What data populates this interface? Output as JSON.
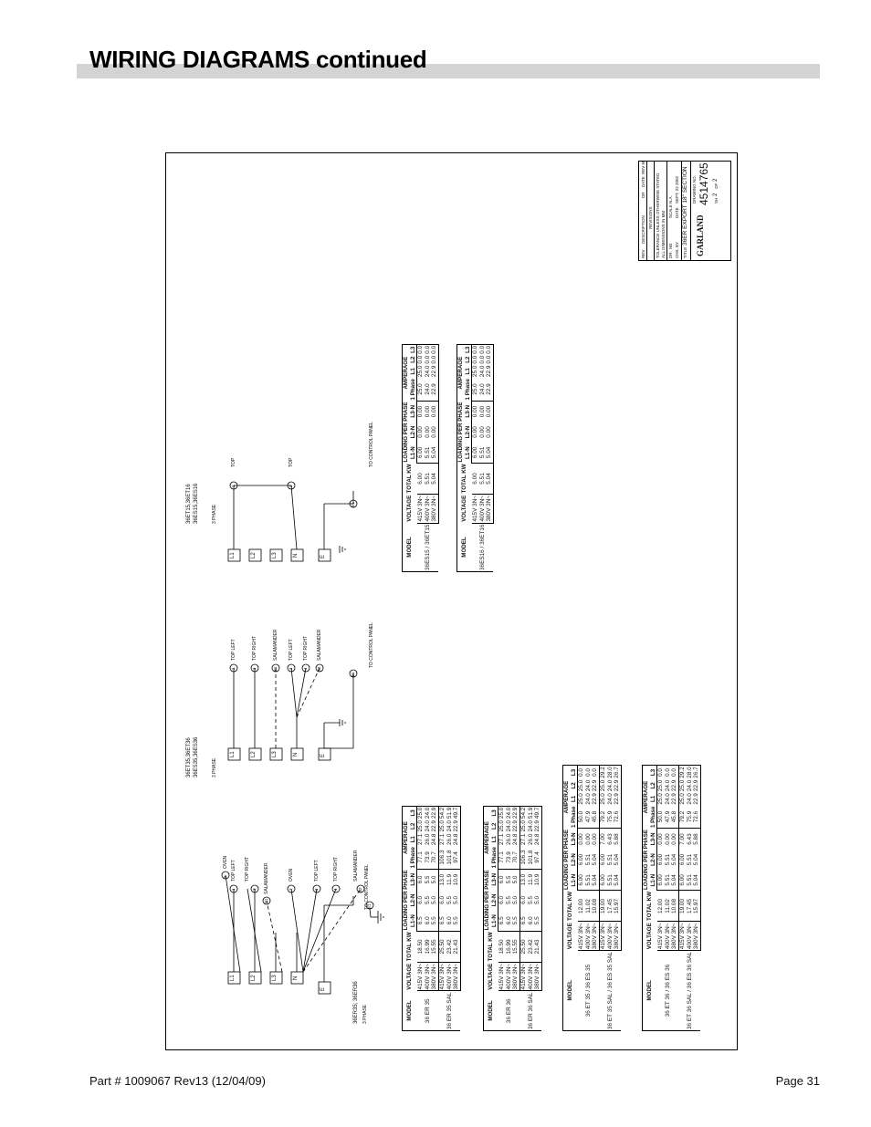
{
  "header": {
    "title": "WIRING DIAGRAMS continued"
  },
  "footer": {
    "part": "Part # 1009067 Rev13 (12/04/09)",
    "page": "Page 31"
  },
  "diagrams": {
    "d1": {
      "models": "36ER35; 36ER36",
      "phase": "3 PHASE",
      "terminals": [
        "L1",
        "L2",
        "L3",
        "N",
        "E"
      ],
      "wires": [
        {
          "id": "8",
          "label": "OVEN"
        },
        {
          "id": "1",
          "label": "TOP LEFT"
        },
        {
          "id": "3",
          "label": "TOP RIGHT"
        },
        {
          "id": "S1",
          "label": "SALAMANDER"
        },
        {
          "id": "7",
          "label": "OVEN"
        },
        {
          "id": "2",
          "label": "TOP LEFT"
        },
        {
          "id": "4",
          "label": "TOP RIGHT"
        },
        {
          "id": "S2",
          "label": "SALAMANDER"
        }
      ],
      "ground_id": "E1",
      "panel": "TO CONTROL PANEL"
    },
    "d2": {
      "models_1": "36ET35,36ET36",
      "models_2": "36ES35,36ES36",
      "phase": "3 PHASE",
      "terminals": [
        "L1",
        "L2",
        "L3",
        "N",
        "E"
      ],
      "wires": [
        {
          "id": "1",
          "label": "TOP LEFT"
        },
        {
          "id": "3",
          "label": "TOP RIGHT"
        },
        {
          "id": "S1",
          "label": "SALAMANDER"
        },
        {
          "id": "2",
          "label": "TOP LEFT"
        },
        {
          "id": "4",
          "label": "TOP RIGHT"
        },
        {
          "id": "S2",
          "label": "SALAMANDER"
        }
      ],
      "ground_id": "E1",
      "panel": "TO CONTROL PANEL"
    },
    "d3": {
      "models_1": "36ET15,36ET16",
      "models_2": "36ES15,36ES16",
      "phase": "3 PHASE",
      "terminals": [
        "L1",
        "L2",
        "L3",
        "N",
        "E"
      ],
      "wires": [
        {
          "id": "1",
          "label": "TOP"
        },
        {
          "id": "2",
          "label": "TOP"
        }
      ],
      "ground_id": "E1",
      "panel": "TO CONTROL PANEL"
    }
  },
  "tables": {
    "headers": {
      "model": "MODEL",
      "voltage": "VOLTAGE",
      "total_kw": "TOTAL KW",
      "loading": "LOADING PER PHASE",
      "l1n": "L1-N",
      "l2n": "L2-N",
      "l3n": "L3-N",
      "amperage": "AMPERAGE",
      "phase1": "1 Phase",
      "l1": "L1",
      "l2": "L2",
      "l3": "L3"
    },
    "t1": {
      "groups": [
        {
          "model": "36 ER 35",
          "rows": [
            [
              "415V 3N~",
              "18.50",
              "6.5",
              "6.0",
              "6.0",
              "77.1",
              "27.1",
              "25.0",
              "25.0"
            ],
            [
              "400V 3N~",
              "16.99",
              "6.0",
              "5.5",
              "5.5",
              "73.9",
              "26.0",
              "24.0",
              "24.0"
            ],
            [
              "380V 3N~",
              "15.55",
              "5.5",
              "5.0",
              "5.0",
              "70.7",
              "24.8",
              "22.9",
              "22.9"
            ]
          ]
        },
        {
          "model": "36 ER 35 SAL",
          "rows": [
            [
              "415V 3N~",
              "25.50",
              "6.5",
              "6.0",
              "13.0",
              "106.3",
              "27.1",
              "25.0",
              "54.2"
            ],
            [
              "400V 3N~",
              "23.42",
              "6.0",
              "5.5",
              "11.9",
              "101.8",
              "26.0",
              "24.0",
              "51.9"
            ],
            [
              "380V 3N~",
              "21.43",
              "5.5",
              "5.0",
              "10.9",
              "97.4",
              "24.8",
              "22.9",
              "49.7"
            ]
          ]
        }
      ]
    },
    "t2": {
      "groups": [
        {
          "model": "36 ER 36",
          "rows": [
            [
              "415V 3N~",
              "18.50",
              "6.5",
              "6.0",
              "6.0",
              "77.1",
              "27.1",
              "25.0",
              "25.0"
            ],
            [
              "400V 3N~",
              "16.99",
              "6.0",
              "5.5",
              "5.5",
              "73.9",
              "26.0",
              "24.0",
              "24.0"
            ],
            [
              "380V 3N~",
              "15.55",
              "5.5",
              "5.0",
              "5.0",
              "70.7",
              "24.8",
              "22.9",
              "22.9"
            ]
          ]
        },
        {
          "model": "36 ER 36 SAL",
          "rows": [
            [
              "415V 3N~",
              "25.50",
              "6.5",
              "6.0",
              "13.0",
              "106.3",
              "27.1",
              "25.0",
              "54.2"
            ],
            [
              "400V 3N~",
              "23.42",
              "6.0",
              "5.5",
              "11.9",
              "101.8",
              "26.0",
              "24.0",
              "51.9"
            ],
            [
              "380V 3N~",
              "21.43",
              "5.5",
              "5.0",
              "10.9",
              "97.4",
              "24.8",
              "22.9",
              "49.7"
            ]
          ]
        }
      ]
    },
    "t3": {
      "groups": [
        {
          "model": "36 ET 35 / 36 ES 35",
          "rows": [
            [
              "415V 3N~",
              "12.00",
              "6.00",
              "6.00",
              "0.00",
              "50.0",
              "25.0",
              "25.0",
              "0.0"
            ],
            [
              "400V 3N~",
              "11.02",
              "5.51",
              "5.51",
              "0.00",
              "47.9",
              "24.0",
              "24.0",
              "0.0"
            ],
            [
              "380V 3N~",
              "10.08",
              "5.04",
              "5.04",
              "0.00",
              "45.8",
              "22.9",
              "22.9",
              "0.0"
            ]
          ]
        },
        {
          "model": "36 ET 35 SAL / 36 ES 35 SAL",
          "rows": [
            [
              "415V 3N~",
              "19.00",
              "6.00",
              "6.00",
              "7.00",
              "79.2",
              "25.0",
              "25.0",
              "29.2"
            ],
            [
              "400V 3N~",
              "17.45",
              "5.51",
              "5.51",
              "6.43",
              "75.9",
              "24.0",
              "24.0",
              "28.0"
            ],
            [
              "380V 3N~",
              "15.97",
              "5.04",
              "5.04",
              "5.88",
              "72.6",
              "22.9",
              "22.9",
              "26.7"
            ]
          ]
        }
      ]
    },
    "t4": {
      "groups": [
        {
          "model": "36 ET 36 / 36 ES 36",
          "rows": [
            [
              "415V 3N~",
              "12.00",
              "6.00",
              "6.00",
              "0.00",
              "50.0",
              "25.0",
              "25.0",
              "0.0"
            ],
            [
              "400V 3N~",
              "11.02",
              "5.51",
              "5.51",
              "0.00",
              "47.9",
              "24.0",
              "24.0",
              "0.0"
            ],
            [
              "380V 3N~",
              "10.08",
              "5.04",
              "5.04",
              "0.00",
              "45.8",
              "22.9",
              "22.9",
              "0.0"
            ]
          ]
        },
        {
          "model": "36 ET 36 SAL / 36 ES 36 SAL",
          "rows": [
            [
              "415V 3N~",
              "19.00",
              "6.00",
              "6.00",
              "7.00",
              "79.2",
              "25.0",
              "25.0",
              "29.2"
            ],
            [
              "400V 3N~",
              "17.45",
              "5.51",
              "5.51",
              "6.43",
              "75.9",
              "24.0",
              "24.0",
              "28.0"
            ],
            [
              "380V 3N~",
              "15.97",
              "5.04",
              "5.04",
              "5.88",
              "72.6",
              "22.9",
              "22.9",
              "26.7"
            ]
          ]
        }
      ]
    },
    "t5": {
      "groups": [
        {
          "model": "36ES15 / 36ET15",
          "rows": [
            [
              "415V 3N~",
              "6.00",
              "6.00",
              "0.00",
              "0.00",
              "25.0",
              "25.0",
              "0.0",
              "0.0"
            ],
            [
              "400V 3N~",
              "5.51",
              "5.51",
              "0.00",
              "0.00",
              "24.0",
              "24.0",
              "0.0",
              "0.0"
            ],
            [
              "380V 3N~",
              "5.04",
              "5.04",
              "0.00",
              "0.00",
              "22.9",
              "22.9",
              "0.0",
              "0.0"
            ]
          ]
        }
      ]
    },
    "t6": {
      "groups": [
        {
          "model": "36ES16 / 36ET16",
          "rows": [
            [
              "415V 3N~",
              "6.00",
              "6.00",
              "0.00",
              "0.00",
              "25.0",
              "25.0",
              "0.0",
              "0.0"
            ],
            [
              "400V 3N~",
              "5.51",
              "5.51",
              "0.00",
              "0.00",
              "24.0",
              "24.0",
              "0.0",
              "0.0"
            ],
            [
              "380V 3N~",
              "5.04",
              "5.04",
              "0.00",
              "0.00",
              "22.9",
              "22.9",
              "0.0",
              "0.0"
            ]
          ]
        }
      ]
    }
  },
  "titleblock": {
    "rev": "REV",
    "description": "DESCRIPTION",
    "dr": "DR",
    "date": "DATE",
    "rev_m": "REV M",
    "revisions": "REVISIONS",
    "tolerance_1": "TOLERANCE UNLESS OTHERWISE STATED",
    "tolerance_2": "ALL DIMENSIONS IN MM",
    "dn_label": "DR.",
    "dn_value": "NB",
    "scale_label": "SCALE",
    "scale_value": "N.A.",
    "chk_label": "CHK. BY",
    "chk_value": "",
    "date_label": "DATE",
    "date_value": "SEPT. 22 2002",
    "title_label": "TITLE",
    "title": "36ER EXPORT 18\" SECTION",
    "brand": "GARLAND",
    "drawing_no_label": "DRAWING NO.",
    "drawing_no": "4514765",
    "sheet_label": "SH",
    "sheet": "2",
    "of_label": "OF",
    "of": "2"
  }
}
